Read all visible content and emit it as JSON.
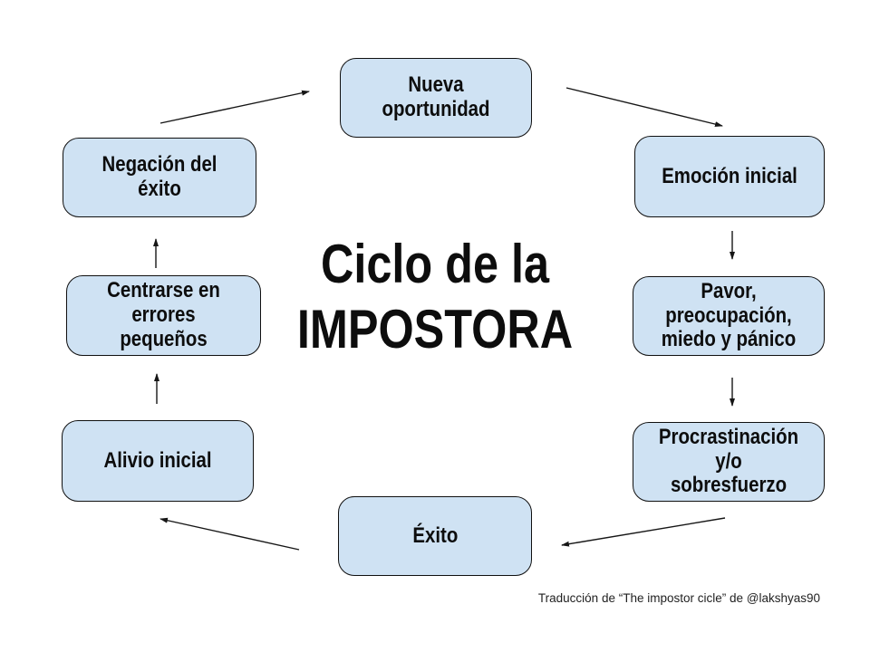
{
  "title": "Ciclo de la\nIMPOSTORA",
  "caption": "Traducción de “The impostor cicle” de @lakshyas90",
  "nodes": [
    {
      "id": "nueva-oportunidad",
      "label": "Nueva oportunidad"
    },
    {
      "id": "emocion-inicial",
      "label": "Emoción inicial"
    },
    {
      "id": "pavor",
      "label": "Pavor, preocupación,\nmiedo y pánico"
    },
    {
      "id": "procrastinacion",
      "label": "Procrastinación y/o\nsobresfuerzo"
    },
    {
      "id": "exito",
      "label": "Éxito"
    },
    {
      "id": "alivio-inicial",
      "label": "Alivio inicial"
    },
    {
      "id": "centrarse-errores",
      "label": "Centrarse en errores\npequeños"
    },
    {
      "id": "negacion-exito",
      "label": "Negación del éxito"
    }
  ],
  "colors": {
    "node_fill": "#cfe2f3",
    "node_border": "#101010",
    "arrow": "#161616",
    "text": "#0d0d0d",
    "background": "#ffffff"
  }
}
